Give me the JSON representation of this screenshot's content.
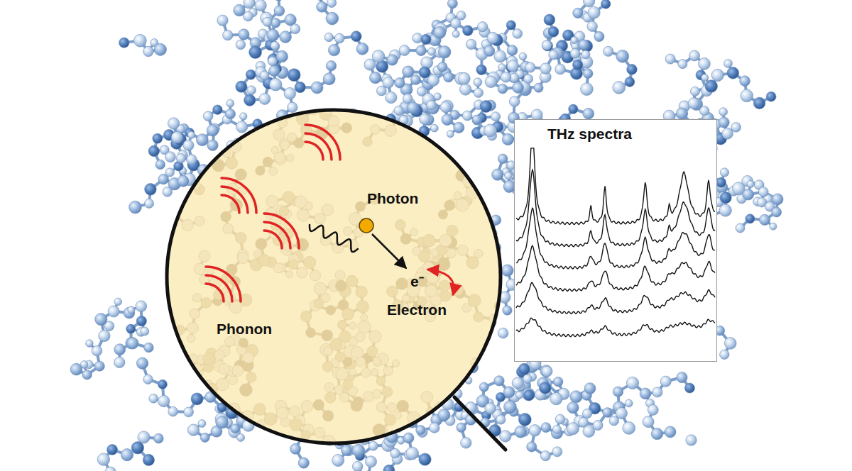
{
  "diagram": {
    "nodes": [
      {
        "text": [
          "Photon",
          "e⁻",
          "Electron",
          "Phonon"
        ]
      },
      {
        "text": [
          "THz spectra"
        ]
      }
    ]
  }
}
